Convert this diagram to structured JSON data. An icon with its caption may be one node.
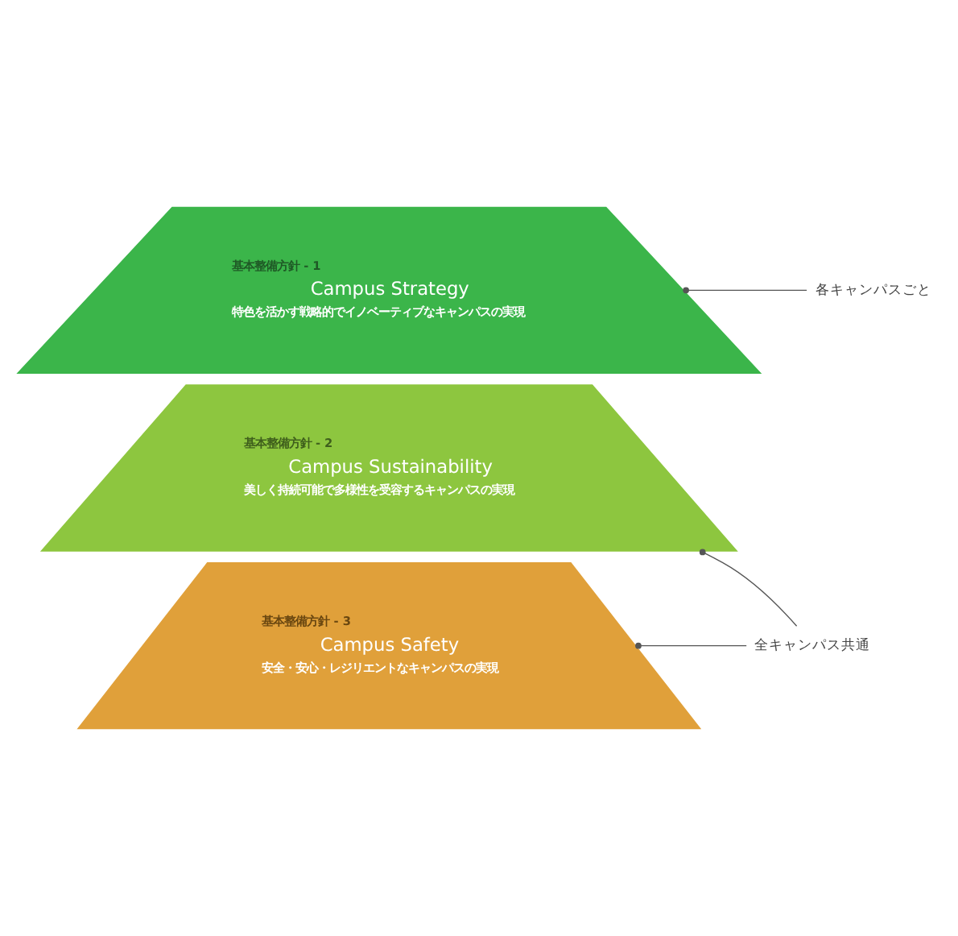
{
  "diagram": {
    "nodes": [
      {
        "text": [
          "基本整備方針 - 1",
          "Campus Strategy",
          "特色を活かす戦略的でイノベーティブなキャンパスの実現"
        ]
      },
      {
        "text": [
          "基本整備方針 - 2",
          "Campus Sustainability",
          "美しく持続可能で多様性を受容するキャンパスの実現"
        ]
      },
      {
        "text": [
          "基本整備方針 - 3",
          "Campus Safety",
          "安全・安心・レジリエントなキャンパスの実現"
        ]
      },
      {
        "text": [
          "各キャンパスごと"
        ]
      },
      {
        "text": [
          "全キャンパス共通"
        ]
      }
    ],
    "edges": [
      {
        "from": 3,
        "to": 0,
        "arrow": "other"
      },
      {
        "from": 4,
        "to": 1,
        "arrow": "other"
      },
      {
        "from": 4,
        "to": 2,
        "arrow": "other"
      }
    ]
  }
}
